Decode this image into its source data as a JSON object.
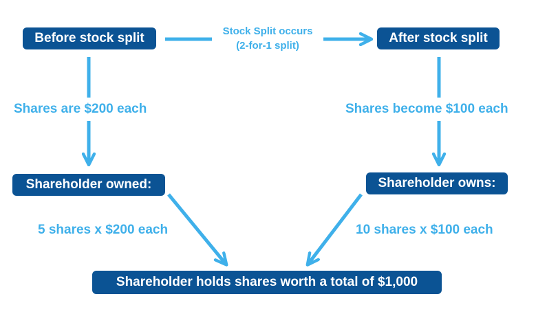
{
  "nodes": {
    "before": "Before stock split",
    "after": "After stock split",
    "owned": "Shareholder owned:",
    "owns": "Shareholder owns:",
    "total": "Shareholder holds shares worth a total of $1,000"
  },
  "labels": {
    "split_line1": "Stock Split occurs",
    "split_line2": "(2-for-1 split)",
    "before_price": "Shares are $200 each",
    "after_price": "Shares become $100 each",
    "before_calc": "5 shares x $200 each",
    "after_calc": "10 shares x $100 each"
  },
  "colors": {
    "box": "#0b5394",
    "arrow": "#3fb0ea"
  }
}
